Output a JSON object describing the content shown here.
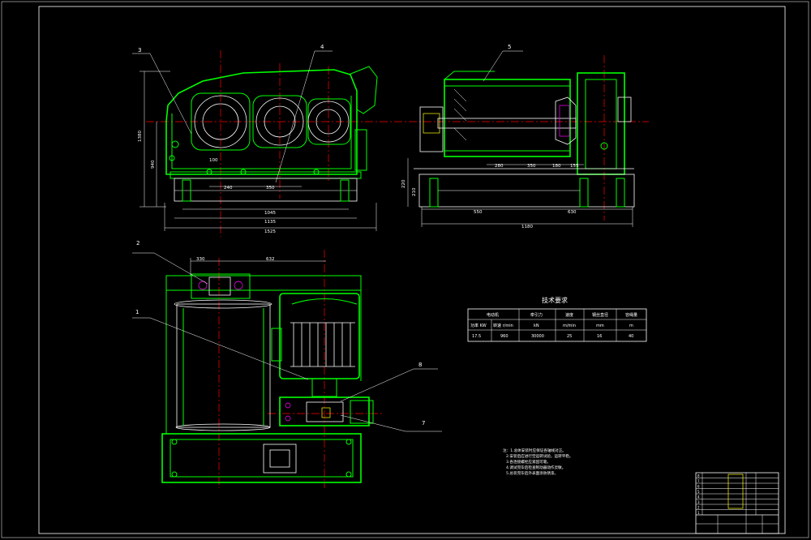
{
  "colors": {
    "background": "#000000",
    "outline": "#00ff00",
    "frame": "#ffffff",
    "centerline": "#ff0000"
  },
  "part_labels": {
    "p1": "1",
    "p2": "2",
    "p3": "3",
    "p4": "4",
    "p5": "5",
    "p7": "7",
    "p8": "8"
  },
  "front_view": {
    "dims": {
      "h1380": "1380",
      "h940": "940",
      "d100": "100",
      "d240": "240",
      "d350": "350",
      "d1045": "1045",
      "d1135": "1135",
      "d1525": "1525"
    }
  },
  "side_view": {
    "dims": {
      "h220": "220",
      "h210": "210",
      "d280": "280",
      "d350": "350",
      "d180": "180",
      "d155": "155",
      "d550": "550",
      "d630": "630",
      "d1180": "1180"
    }
  },
  "top_view": {
    "dims": {
      "d330": "330",
      "d632": "632"
    }
  },
  "tech_table": {
    "title": "技术要求",
    "header": {
      "motor": "电动机",
      "force": "牵引力",
      "speed": "速度",
      "wire": "钢丝直径",
      "capacity": "容绳量"
    },
    "units": {
      "power": "功率 KW",
      "rpm": "转速 r/min",
      "force": "kN",
      "speed": "m/min",
      "wire": "mm",
      "capacity": "m"
    },
    "values": {
      "power": "17.5",
      "rpm": "960",
      "force": "30000",
      "speed": "25",
      "wire": "16",
      "capacity": "40"
    }
  },
  "notes": {
    "l1": "注：1.总体安装时应保证各轴线对正。",
    "l2": "2.安装后应进行空运转试验，运转平稳。",
    "l3": "3.各连接螺栓应紧固可靠。",
    "l4": "4.调试完毕后检查制动器动作灵敏。",
    "l5": "5.总装完毕后外表面涂防锈漆。"
  },
  "title_block": {
    "rows": {
      "r1": "8",
      "r2": "7",
      "r3": "6",
      "r4": "5",
      "r5": "4",
      "r6": "3",
      "r7": "2",
      "r8": "1"
    }
  }
}
